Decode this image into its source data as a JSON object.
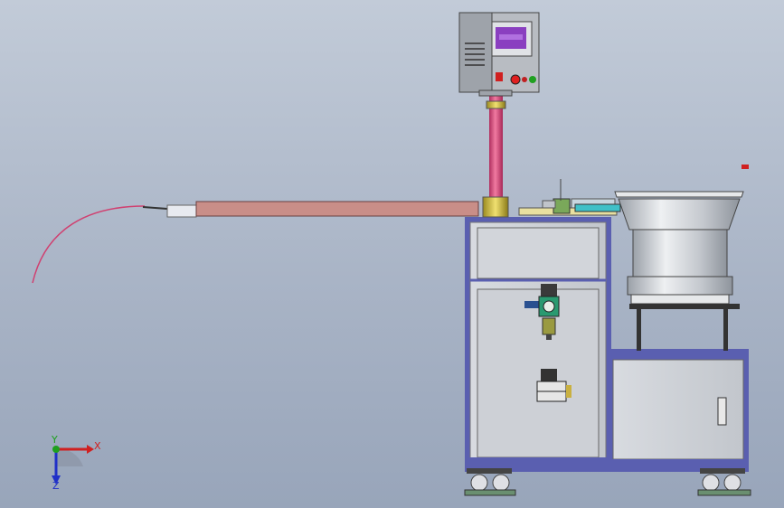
{
  "triad": {
    "x_label": "X",
    "y_label": "Y",
    "z_label": "Z"
  },
  "colors": {
    "background_top": "#c2cbd8",
    "background_bottom": "#98a5ba",
    "frame": "#5a5fb0",
    "panel": "#c9ccd2",
    "column": "#e0507a",
    "conveyor": "#c98e88",
    "bowl": "#d3d6da",
    "screen": "#8a3fc0",
    "x_axis": "#d02020",
    "y_axis": "#1ea01e",
    "z_axis": "#2030c8"
  }
}
